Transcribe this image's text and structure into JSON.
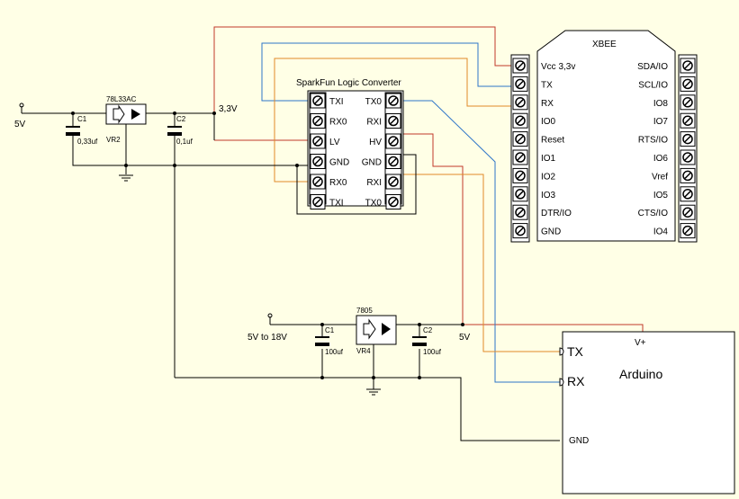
{
  "colors": {
    "background": "#FFFFE6",
    "vcc_wire": "#C0392B",
    "tx_wire": "#2E75C8",
    "rx_wire": "#E08A28"
  },
  "regulator_33": {
    "part": "78L33AC",
    "ref": "VR2",
    "input_label": "5V",
    "output_label": "3,3V",
    "c_in": {
      "ref": "C1",
      "value": "0,33uf"
    },
    "c_out": {
      "ref": "C2",
      "value": "0,1uf"
    }
  },
  "regulator_5": {
    "part": "7805",
    "ref": "VR4",
    "input_label": "5V to 18V",
    "output_label": "5V",
    "c_in": {
      "ref": "C1",
      "value": "100uf"
    },
    "c_out": {
      "ref": "C2",
      "value": "100uf"
    }
  },
  "converter": {
    "title": "SparkFun Logic Converter",
    "left_pins": [
      "TXI",
      "RX0",
      "LV",
      "GND",
      "RX0",
      "TXI"
    ],
    "right_pins": [
      "TX0",
      "RXI",
      "HV",
      "GND",
      "RXI",
      "TX0"
    ]
  },
  "xbee": {
    "title": "XBEE",
    "left_pins": [
      "Vcc 3,3v",
      "TX",
      "RX",
      "IO0",
      "Reset",
      "IO1",
      "IO2",
      "IO3",
      "DTR/IO",
      "GND"
    ],
    "right_pins": [
      "SDA/IO",
      "SCL/IO",
      "IO8",
      "IO7",
      "RTS/IO",
      "IO6",
      "Vref",
      "IO5",
      "CTS/IO",
      "IO4"
    ]
  },
  "arduino": {
    "title": "Arduino",
    "pins": {
      "vplus": "V+",
      "tx": "TX",
      "rx": "RX",
      "gnd": "GND"
    }
  }
}
